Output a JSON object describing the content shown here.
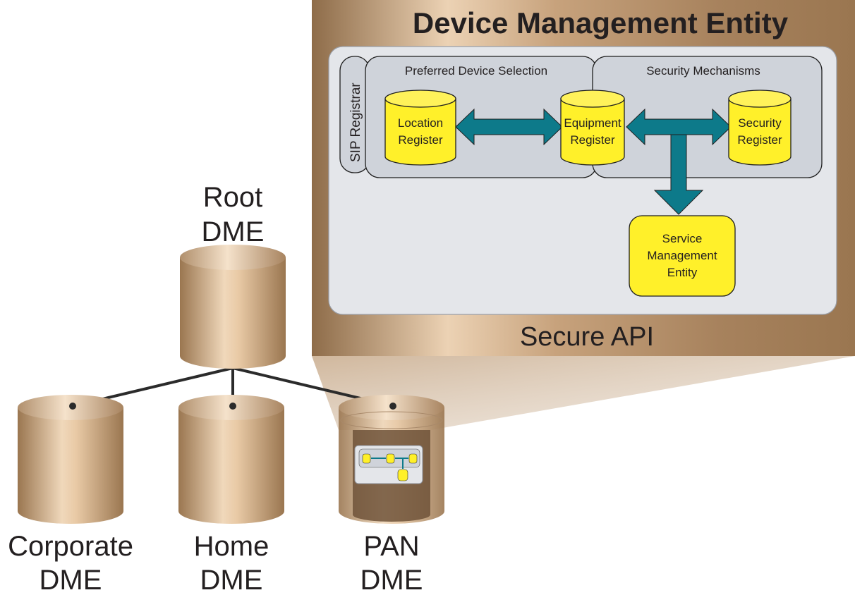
{
  "dme_panel": {
    "title": "Device Management Entity",
    "footer": "Secure API",
    "sip_registrar": "SIP Registrar",
    "preferred_device_selection": "Preferred Device Selection",
    "security_mechanisms": "Security Mechanisms",
    "location_register": [
      "Location",
      "Register"
    ],
    "equipment_register": [
      "Equipment",
      "Register"
    ],
    "security_register": [
      "Security",
      "Register"
    ],
    "service_management_entity": [
      "Service",
      "Management",
      "Entity"
    ]
  },
  "hierarchy": {
    "root": [
      "Root",
      "DME"
    ],
    "corporate": [
      "Corporate",
      "DME"
    ],
    "home": [
      "Home",
      "DME"
    ],
    "pan": [
      "PAN",
      "DME"
    ]
  },
  "colors": {
    "bronze_dark": "#9a7650",
    "bronze_light": "#ecd2b4",
    "panel_fill": "#e4e6ea",
    "section_fill": "#cfd3da",
    "register_yellow": "#fff02a",
    "arrow_teal": "#0d7a8a",
    "line_dark": "#2b2b2b"
  }
}
